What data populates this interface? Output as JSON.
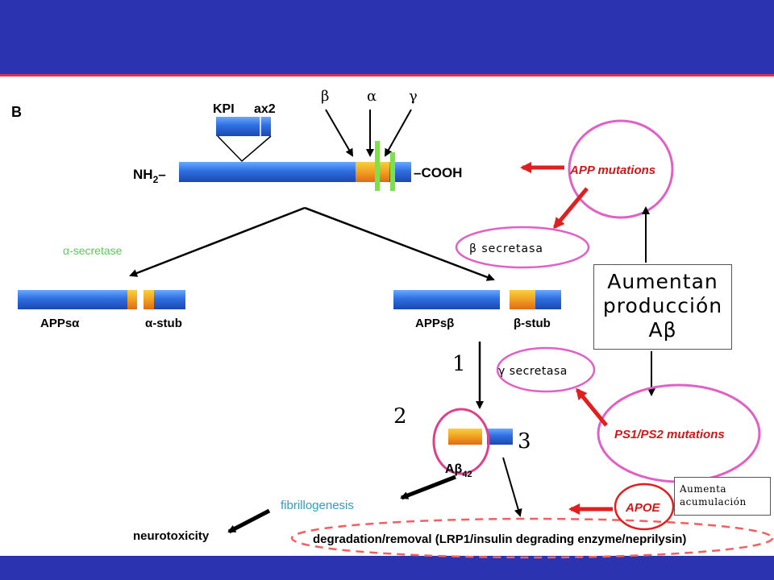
{
  "panel_label": "B",
  "top_domains": {
    "kpi": "KPI",
    "ax2": "ax2"
  },
  "greek": {
    "beta": "β",
    "alpha": "α",
    "gamma": "γ"
  },
  "terminals": {
    "nh2_main": "NH",
    "nh2_sub": "2",
    "nh2_dash": "–",
    "cooh": "–COOH"
  },
  "left_branch": {
    "enzyme": "α-secretase",
    "frag1": "APPsα",
    "frag2": "α-stub"
  },
  "right_branch": {
    "frag1": "APPsβ",
    "frag2": "β-stub"
  },
  "step_numbers": {
    "one": "1",
    "two": "2",
    "three": "3"
  },
  "abeta": {
    "main": "Aβ",
    "sub": "42"
  },
  "fibril": "fibrillogenesis",
  "neuro": "neurotoxicity",
  "degradation": "degradation/removal (LRP1/insulin degrading enzyme/neprilysin)",
  "mutations": {
    "app": "APP mutations",
    "ps": "PS1/PS2 mutations",
    "apoe": "APOE"
  },
  "secretasas": {
    "beta": "β secretasa",
    "gamma": "γ secretasa"
  },
  "aumentan": {
    "line1": "Aumentan",
    "line2": "producción",
    "line3": "Aβ"
  },
  "aumenta_acum": {
    "line1": "Aumenta",
    "line2": "acumulación"
  },
  "colors": {
    "banner": "#2b33b0",
    "banner_border": "#e0304a",
    "bar_blue": "#2f6fe0",
    "abeta_orange": "#f0a020",
    "green": "#7ee04a",
    "magenta": "#e060c8",
    "red": "#e02020",
    "red_text": "#d01818",
    "teal_text": "#2aa0c8",
    "green_text": "#5cc85c"
  }
}
